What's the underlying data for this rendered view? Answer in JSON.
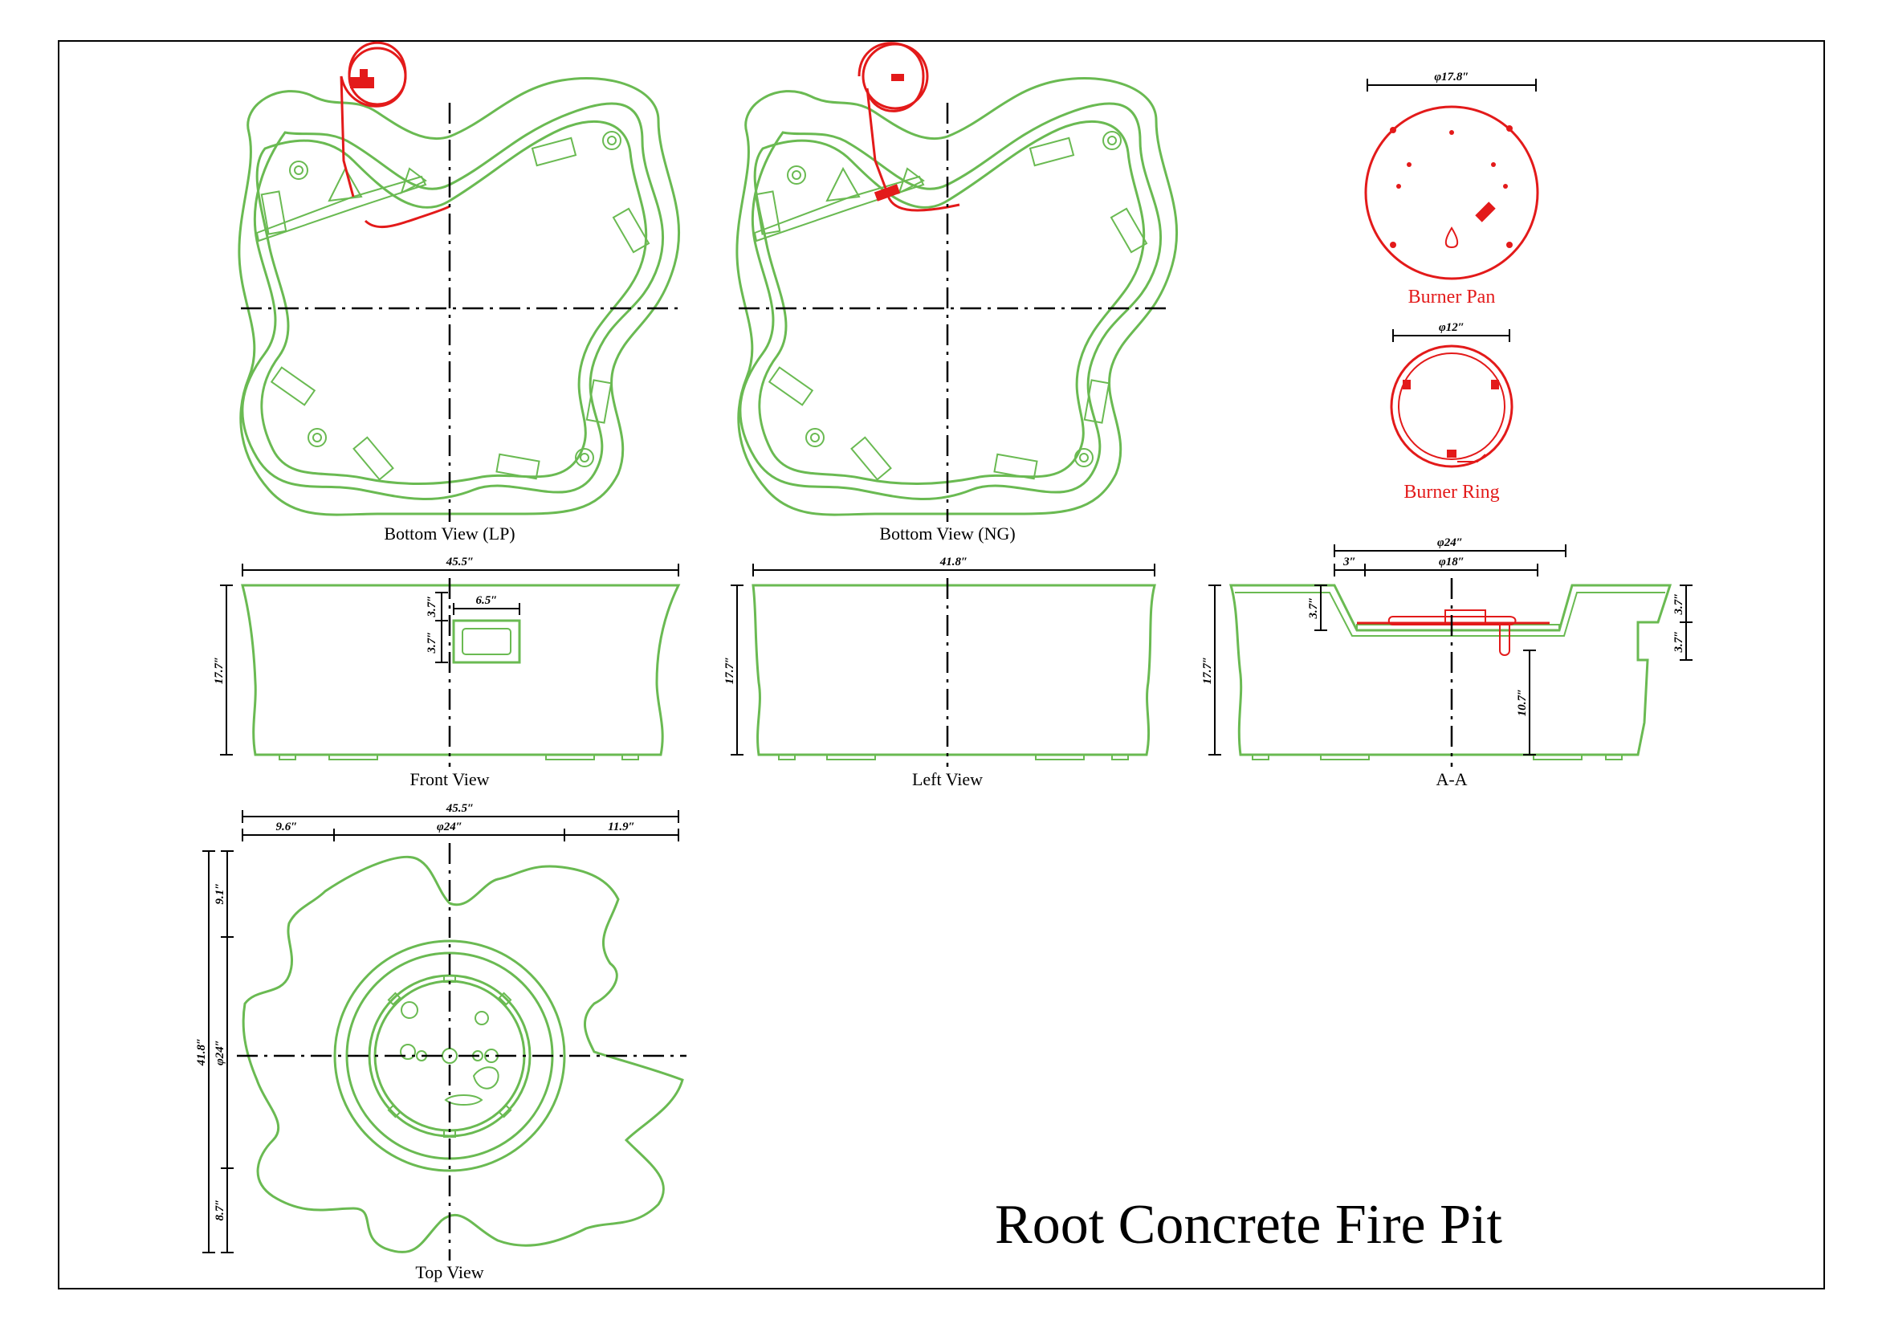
{
  "title": "Root Concrete Fire Pit",
  "views": {
    "bottom_lp": "Bottom View (LP)",
    "bottom_ng": "Bottom View (NG)",
    "front": "Front View",
    "left": "Left View",
    "section": "A-A",
    "top": "Top View"
  },
  "burner": {
    "pan_label": "Burner Pan",
    "pan_dim": "φ17.8″",
    "ring_label": "Burner Ring",
    "ring_dim": "φ12″"
  },
  "dimensions": {
    "front_width": "45.5″",
    "front_height": "17.7″",
    "front_plate_width": "6.5″",
    "front_plate_h1": "3.7″",
    "front_plate_h2": "3.7″",
    "left_width": "41.8″",
    "left_height": "17.7″",
    "aa_outer": "φ24″",
    "aa_inner": "φ18″",
    "aa_ledge": "3″",
    "aa_height": "17.7″",
    "aa_depth": "3.7″",
    "aa_side1": "3.7″",
    "aa_side2": "3.7″",
    "aa_burner_height": "10.7″",
    "top_width": "45.5″",
    "top_left": "9.6″",
    "top_bowl": "φ24″",
    "top_right": "11.9″",
    "top_height": "41.8″",
    "top_upper": "9.1″",
    "top_bowl_v": "φ24″",
    "top_lower": "8.7″"
  },
  "colors": {
    "body_outline": "#6aba52",
    "gas_parts": "#e31a1a",
    "dimensions": "#000000"
  }
}
